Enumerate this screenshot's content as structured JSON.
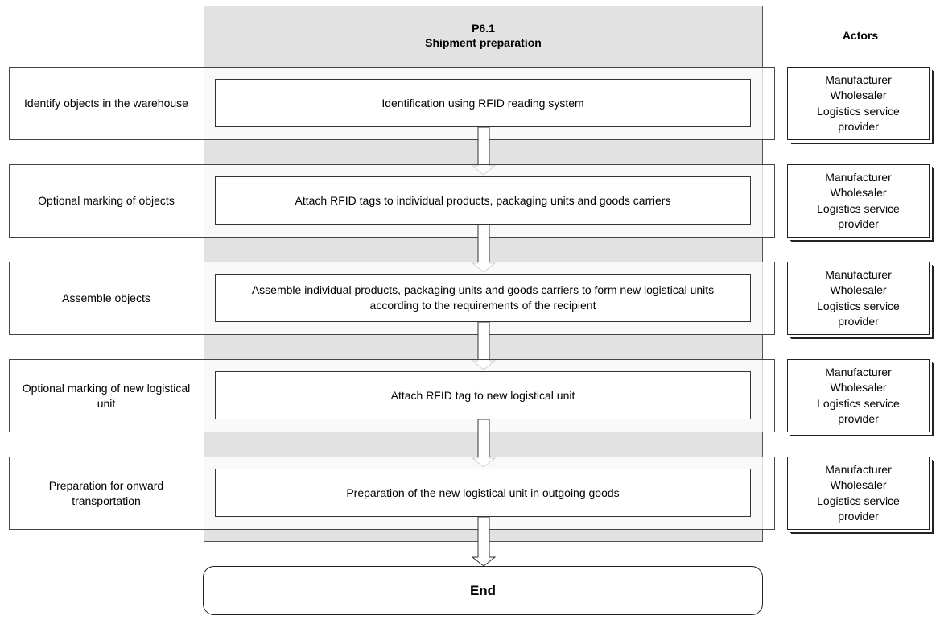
{
  "header": {
    "process_id": "P6.1",
    "process_name": "Shipment preparation"
  },
  "actors_title": "Actors",
  "rows": [
    {
      "label": "Identify objects in the warehouse",
      "step": "Identification using RFID reading system",
      "actors": [
        "Manufacturer",
        "Wholesaler",
        "Logistics service provider"
      ]
    },
    {
      "label": "Optional marking of objects",
      "step": "Attach RFID tags to individual products, packaging units and goods carriers",
      "actors": [
        "Manufacturer",
        "Wholesaler",
        "Logistics service provider"
      ]
    },
    {
      "label": "Assemble objects",
      "step": "Assemble individual products, packaging units and goods carriers to form new logistical units according to the requirements of the recipient",
      "actors": [
        "Manufacturer",
        "Wholesaler",
        "Logistics service provider"
      ]
    },
    {
      "label": "Optional marking of new logistical unit",
      "step": "Attach RFID tag to new logistical unit",
      "actors": [
        "Manufacturer",
        "Wholesaler",
        "Logistics service provider"
      ]
    },
    {
      "label": "Preparation for onward transportation",
      "step": "Preparation of the new logistical unit in outgoing goods",
      "actors": [
        "Manufacturer",
        "Wholesaler",
        "Logistics service provider"
      ]
    }
  ],
  "end_label": "End"
}
